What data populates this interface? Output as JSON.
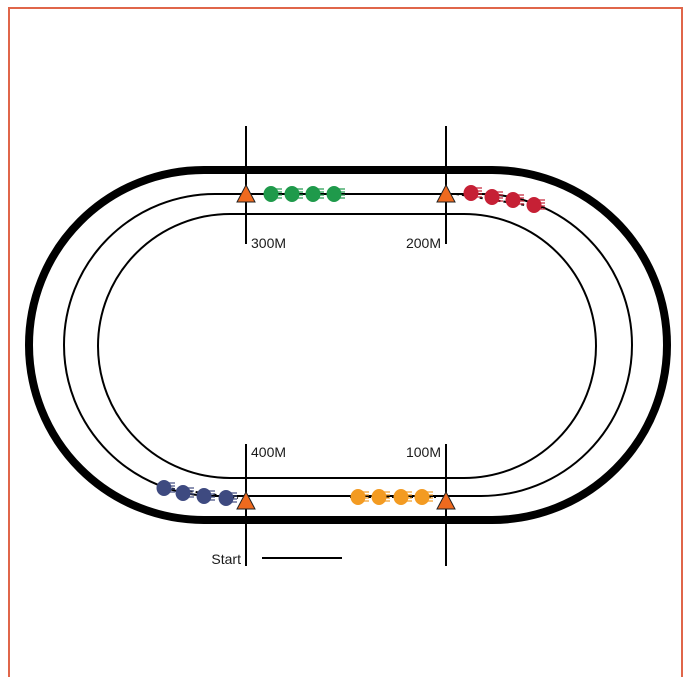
{
  "diagram": {
    "labels": {
      "m300": "300M",
      "m200": "200M",
      "m400": "400M",
      "m100": "100M",
      "start": "Start"
    },
    "colors": {
      "frame": "#e0664a",
      "track": "#000000",
      "marker": "#ef6a1f",
      "group_green": "#1f9a4b",
      "group_red": "#c62035",
      "group_blue": "#3e4a80",
      "group_orange": "#f39b22"
    },
    "runner_groups": [
      {
        "name": "green",
        "count": 4
      },
      {
        "name": "red",
        "count": 4
      },
      {
        "name": "blue",
        "count": 4
      },
      {
        "name": "orange",
        "count": 4
      }
    ]
  }
}
